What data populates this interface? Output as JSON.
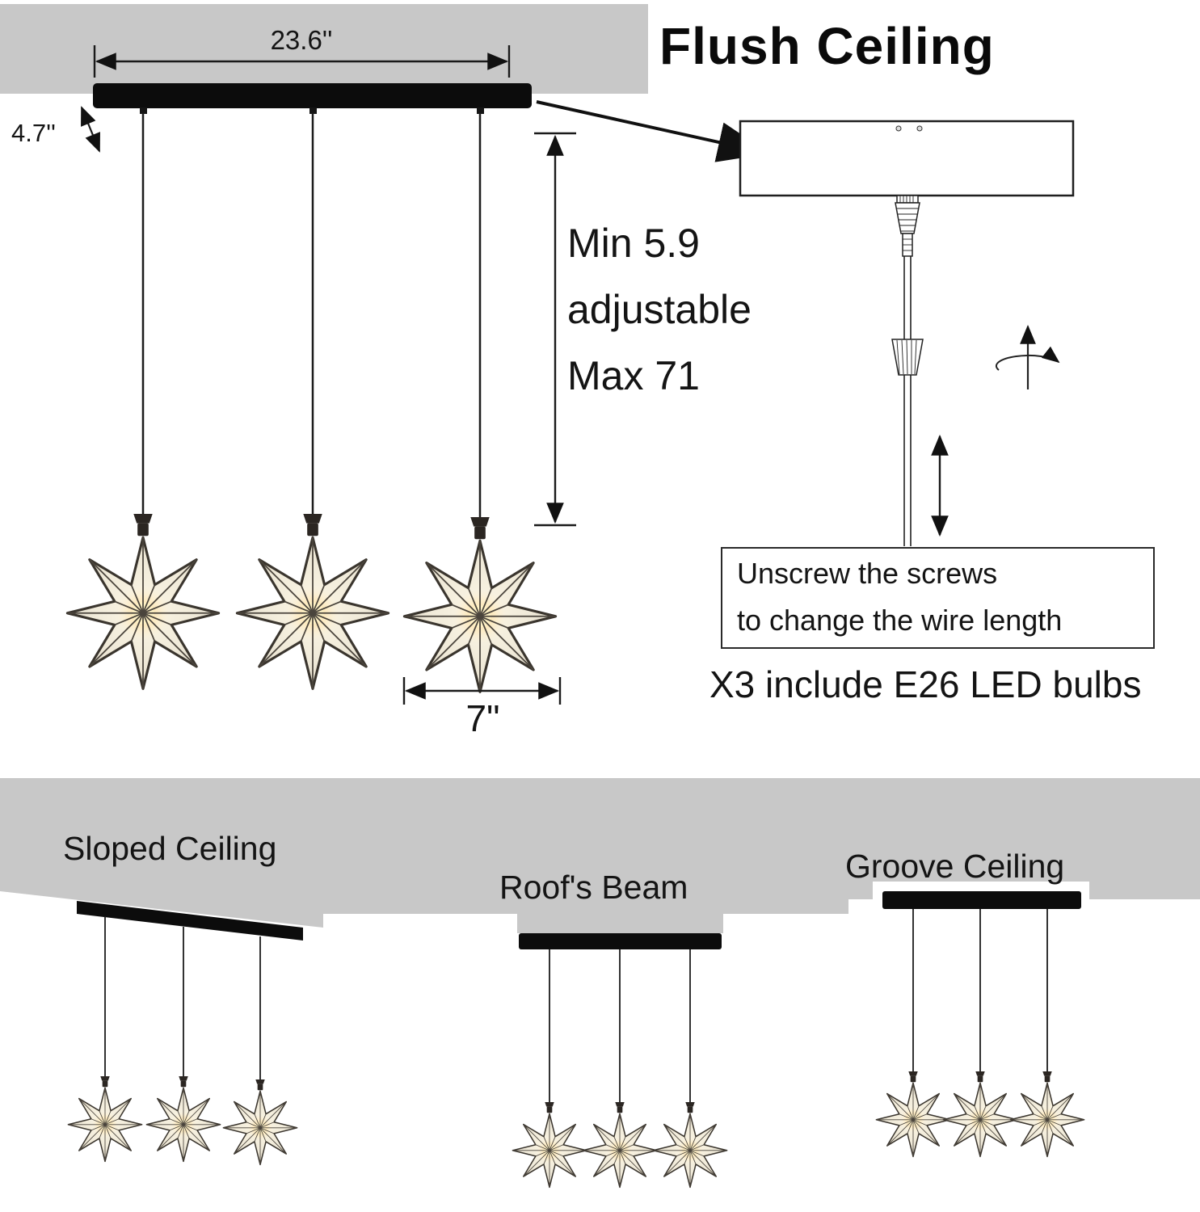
{
  "colors": {
    "ceiling_gray": "#c8c8c8",
    "bar_black": "#0c0c0c",
    "line_black": "#1a1a1a",
    "glass_warm": "#f4eddd",
    "glow_warm": "#ffe2a0"
  },
  "top_section": {
    "title": "Flush Ceiling",
    "canopy_width": "23.6''",
    "canopy_depth": "4.7''",
    "drop_min": "Min 5.9",
    "drop_adjustable": "adjustable",
    "drop_max": "Max 71",
    "shade_width": "7\"",
    "note_line1": "Unscrew the screws",
    "note_line2": "to change the wire length",
    "bulb_note": "X3 include E26 LED bulbs"
  },
  "bottom_section": {
    "scene_sloped": "Sloped Ceiling",
    "scene_beam": "Roof's Beam",
    "scene_groove": "Groove Ceiling"
  },
  "icons": {
    "rotate": "rotate-arrow-icon",
    "wire_length": "vertical-double-arrow-icon",
    "callout": "callout-arrow-icon"
  }
}
